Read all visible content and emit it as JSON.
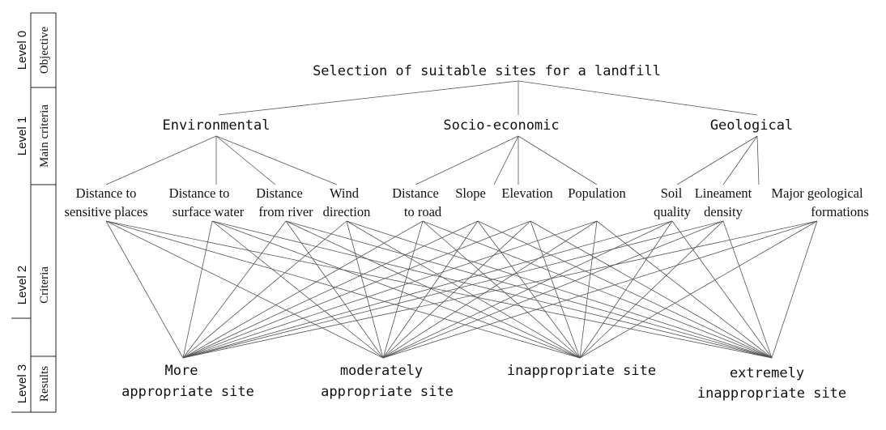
{
  "levels": [
    {
      "level": "Level 0",
      "category": "Objective"
    },
    {
      "level": "Level 1",
      "category": "Main criteria"
    },
    {
      "level": "Level 2",
      "category": "Criteria"
    },
    {
      "level": "Level 3",
      "category": "Results"
    }
  ],
  "objective": "Selection of suitable sites for a landfill",
  "main_criteria": [
    "Environmental",
    "Socio-economic",
    "Geological"
  ],
  "criteria": [
    {
      "line1": "Distance to",
      "line2": "sensitive places",
      "group": 0
    },
    {
      "line1": "Distance to",
      "line2": "surface water",
      "group": 0
    },
    {
      "line1": "Distance",
      "line2": "from river",
      "group": 0
    },
    {
      "line1": "Wind",
      "line2": "direction",
      "group": 0
    },
    {
      "line1": "Distance",
      "line2": "to road",
      "group": 1
    },
    {
      "line1": "Slope",
      "line2": "",
      "group": 1
    },
    {
      "line1": "Elevation",
      "line2": "",
      "group": 1
    },
    {
      "line1": "Population",
      "line2": "",
      "group": 1
    },
    {
      "line1": "Soil",
      "line2": "quality",
      "group": 2
    },
    {
      "line1": "Lineament",
      "line2": "density",
      "group": 2
    },
    {
      "line1": "Major geological",
      "line2": "formations",
      "group": 2
    }
  ],
  "results": [
    {
      "line1": "More",
      "line2": "appropriate site"
    },
    {
      "line1": "moderately",
      "line2": "appropriate site"
    },
    {
      "line1": "inappropriate site",
      "line2": ""
    },
    {
      "line1": "extremely",
      "line2": "inappropriate site"
    }
  ]
}
